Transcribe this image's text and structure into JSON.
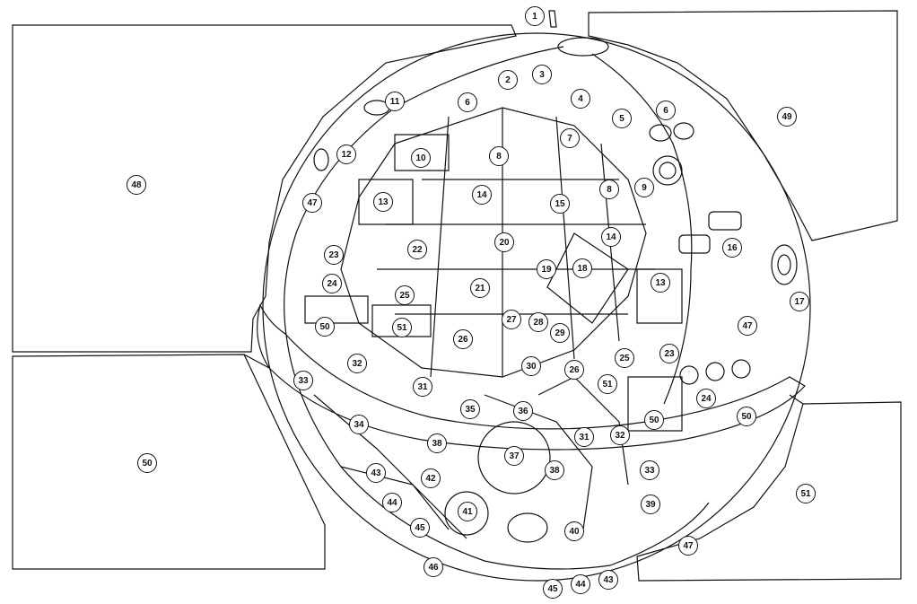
{
  "callouts": [
    {
      "id": "c1",
      "text": "1"
    },
    {
      "id": "c2",
      "text": "2"
    },
    {
      "id": "c3",
      "text": "3"
    },
    {
      "id": "c4",
      "text": "4"
    },
    {
      "id": "c5",
      "text": "5"
    },
    {
      "id": "c6a",
      "text": "6"
    },
    {
      "id": "c6b",
      "text": "6"
    },
    {
      "id": "c7",
      "text": "7"
    },
    {
      "id": "c8a",
      "text": "8"
    },
    {
      "id": "c8b",
      "text": "8"
    },
    {
      "id": "c9",
      "text": "9"
    },
    {
      "id": "c10",
      "text": "10"
    },
    {
      "id": "c11",
      "text": "11"
    },
    {
      "id": "c12",
      "text": "12"
    },
    {
      "id": "c13a",
      "text": "13"
    },
    {
      "id": "c13b",
      "text": "13"
    },
    {
      "id": "c14a",
      "text": "14"
    },
    {
      "id": "c14b",
      "text": "14"
    },
    {
      "id": "c15",
      "text": "15"
    },
    {
      "id": "c16",
      "text": "16"
    },
    {
      "id": "c17",
      "text": "17"
    },
    {
      "id": "c18",
      "text": "18"
    },
    {
      "id": "c19",
      "text": "19"
    },
    {
      "id": "c20",
      "text": "20"
    },
    {
      "id": "c21",
      "text": "21"
    },
    {
      "id": "c22",
      "text": "22"
    },
    {
      "id": "c23a",
      "text": "23"
    },
    {
      "id": "c23b",
      "text": "23"
    },
    {
      "id": "c24a",
      "text": "24"
    },
    {
      "id": "c24b",
      "text": "24"
    },
    {
      "id": "c25a",
      "text": "25"
    },
    {
      "id": "c25b",
      "text": "25"
    },
    {
      "id": "c26a",
      "text": "26"
    },
    {
      "id": "c26b",
      "text": "26"
    },
    {
      "id": "c27",
      "text": "27"
    },
    {
      "id": "c28",
      "text": "28"
    },
    {
      "id": "c29",
      "text": "29"
    },
    {
      "id": "c30",
      "text": "30"
    },
    {
      "id": "c31a",
      "text": "31"
    },
    {
      "id": "c31b",
      "text": "31"
    },
    {
      "id": "c32a",
      "text": "32"
    },
    {
      "id": "c32b",
      "text": "32"
    },
    {
      "id": "c33a",
      "text": "33"
    },
    {
      "id": "c33b",
      "text": "33"
    },
    {
      "id": "c34",
      "text": "34"
    },
    {
      "id": "c35",
      "text": "35"
    },
    {
      "id": "c36",
      "text": "36"
    },
    {
      "id": "c37",
      "text": "37"
    },
    {
      "id": "c38a",
      "text": "38"
    },
    {
      "id": "c38b",
      "text": "38"
    },
    {
      "id": "c39",
      "text": "39"
    },
    {
      "id": "c40",
      "text": "40"
    },
    {
      "id": "c41",
      "text": "41"
    },
    {
      "id": "c42",
      "text": "42"
    },
    {
      "id": "c43a",
      "text": "43"
    },
    {
      "id": "c43b",
      "text": "43"
    },
    {
      "id": "c44a",
      "text": "44"
    },
    {
      "id": "c44b",
      "text": "44"
    },
    {
      "id": "c45a",
      "text": "45"
    },
    {
      "id": "c45b",
      "text": "45"
    },
    {
      "id": "c46",
      "text": "46"
    },
    {
      "id": "c47a",
      "text": "47"
    },
    {
      "id": "c47b",
      "text": "47"
    },
    {
      "id": "c47c",
      "text": "47"
    },
    {
      "id": "c48",
      "text": "48"
    },
    {
      "id": "c49",
      "text": "49"
    },
    {
      "id": "c50a",
      "text": "50"
    },
    {
      "id": "c50b",
      "text": "50"
    },
    {
      "id": "c50c",
      "text": "50"
    },
    {
      "id": "c50d",
      "text": "50"
    },
    {
      "id": "c51a",
      "text": "51"
    },
    {
      "id": "c51b",
      "text": "51"
    },
    {
      "id": "c51c",
      "text": "51"
    }
  ],
  "colors": {
    "ink": "#111111",
    "paper": "#ffffff"
  }
}
